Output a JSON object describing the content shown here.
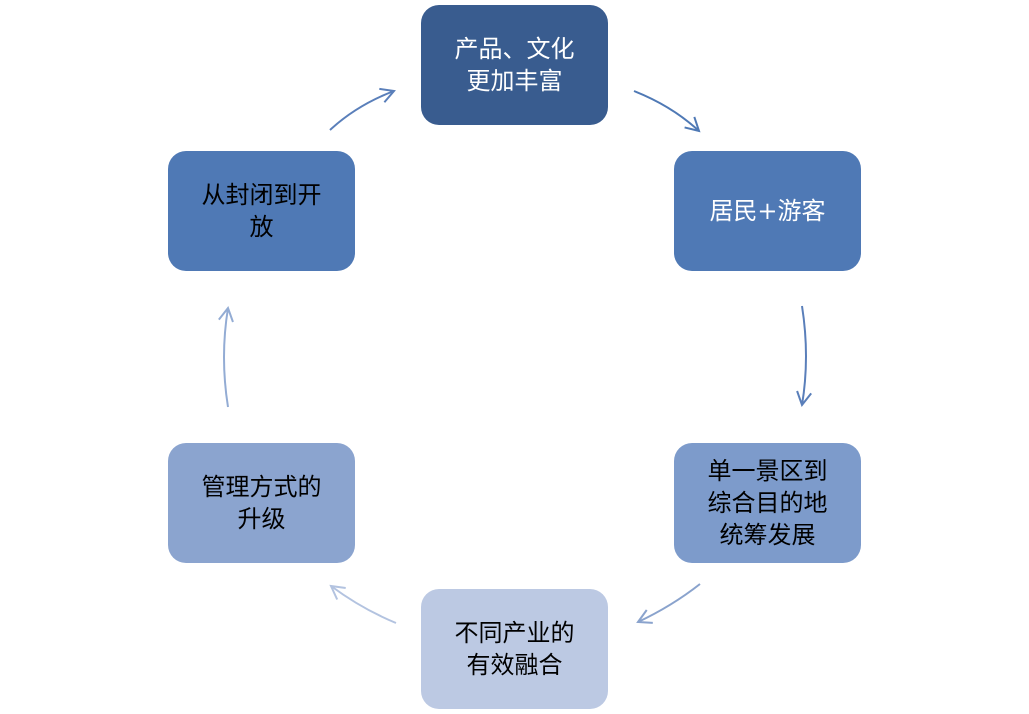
{
  "diagram": {
    "nodes": [
      {
        "label": "产品、文化\n更加丰富",
        "fill": "#395c8f",
        "text_color": "#ffffff"
      },
      {
        "label": "居民+游客",
        "fill": "#4f79b5",
        "text_color": "#ffffff"
      },
      {
        "label": "单一景区到\n综合目的地\n统筹发展",
        "fill": "#7d9bcb",
        "text_color": "#000000"
      },
      {
        "label": "不同产业的\n有效融合",
        "fill": "#bcc9e3",
        "text_color": "#000000"
      },
      {
        "label": "管理方式的\n升级",
        "fill": "#8ba4cf",
        "text_color": "#000000"
      },
      {
        "label": "从封闭到开\n放",
        "fill": "#4f79b5",
        "text_color": "#000000"
      }
    ],
    "arrows": [
      {
        "from": "产品、文化更加丰富",
        "to": "居民+游客",
        "color": "#4f79b5"
      },
      {
        "from": "居民+游客",
        "to": "单一景区到综合目的地统筹发展",
        "color": "#5a7fba"
      },
      {
        "from": "单一景区到综合目的地统筹发展",
        "to": "不同产业的有效融合",
        "color": "#8aa3cd"
      },
      {
        "from": "不同产业的有效融合",
        "to": "管理方式的升级",
        "color": "#b3c3e0"
      },
      {
        "from": "管理方式的升级",
        "to": "从封闭到开放",
        "color": "#93acd4"
      },
      {
        "from": "从封闭到开放",
        "to": "产品、文化更加丰富",
        "color": "#5a7fba"
      }
    ]
  }
}
